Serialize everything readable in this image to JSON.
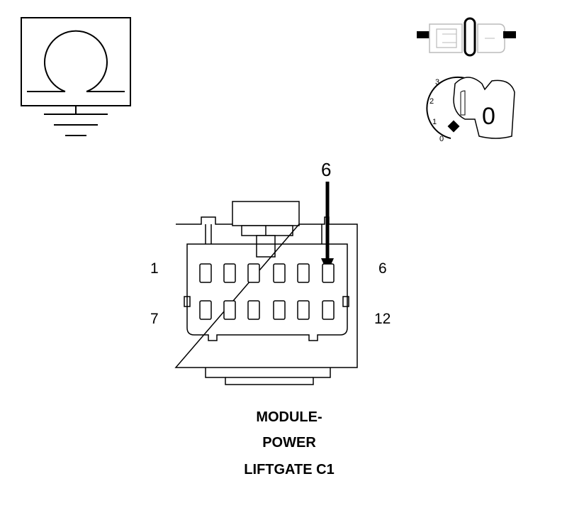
{
  "connector": {
    "pin_labels": {
      "top_left": "1",
      "top_right": "6",
      "bottom_left": "7",
      "bottom_right": "12"
    },
    "callout_pin": "6",
    "pin_rows": 2,
    "pins_per_row": 6
  },
  "ignition_key": {
    "position_labels": [
      "3",
      "2",
      "1",
      "0"
    ],
    "key_label": "0"
  },
  "icons": [
    "ohmmeter-ground-icon",
    "connector-disconnected-icon",
    "ignition-key-icon"
  ],
  "caption": {
    "line1": "MODULE-",
    "line2": "POWER",
    "line3": "LIFTGATE C1"
  }
}
